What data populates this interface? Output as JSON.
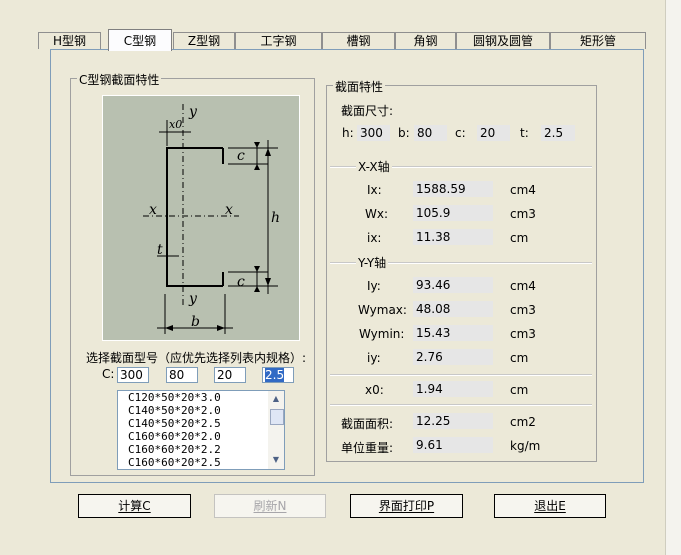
{
  "tabs": [
    {
      "label": "H型钢",
      "active": false
    },
    {
      "label": "C型钢",
      "active": true
    },
    {
      "label": "Z型钢",
      "active": false
    },
    {
      "label": "工字钢",
      "active": false
    },
    {
      "label": "槽钢",
      "active": false
    },
    {
      "label": "角钢",
      "active": false
    },
    {
      "label": "圆钢及圆管",
      "active": false
    },
    {
      "label": "矩形管",
      "active": false
    }
  ],
  "left_group": {
    "title": "C型钢截面特性"
  },
  "diagram": {
    "labels": {
      "y_top": "y",
      "x0": "x0",
      "c_top": "c",
      "x_left": "x",
      "x_right": "x",
      "h": "h",
      "t": "t",
      "c_bottom": "c",
      "y_bottom": "y",
      "b": "b"
    }
  },
  "select": {
    "prompt": "选择截面型号（应优先选择列表内规格）:",
    "c_label": "C:",
    "inputs": [
      "300",
      "80",
      "20",
      "2.5"
    ]
  },
  "list": {
    "items": [
      "C120*50*20*3.0",
      "C140*50*20*2.0",
      "C140*50*20*2.5",
      "C160*60*20*2.0",
      "C160*60*20*2.2",
      "C160*60*20*2.5"
    ]
  },
  "props": {
    "title": "截面特性",
    "size_title": "截面尺寸:",
    "h_label": "h:",
    "h": "300",
    "b_label": "b:",
    "b": "80",
    "c_label": "c:",
    "c": "20",
    "t_label": "t:",
    "t": "2.5",
    "xx_title": "X-X轴",
    "Ix_label": "Ix:",
    "Ix": "1588.59",
    "Ix_unit": "cm4",
    "Wx_label": "Wx:",
    "Wx": "105.9",
    "Wx_unit": "cm3",
    "ix_label": "ix:",
    "ix": "11.38",
    "ix_unit": "cm",
    "yy_title": "Y-Y轴",
    "Iy_label": "Iy:",
    "Iy": "93.46",
    "Iy_unit": "cm4",
    "Wymax_label": "Wymax:",
    "Wymax": "48.08",
    "Wymax_unit": "cm3",
    "Wymin_label": "Wymin:",
    "Wymin": "15.43",
    "Wymin_unit": "cm3",
    "iy_label": "iy:",
    "iy": "2.76",
    "iy_unit": "cm",
    "x0_label": "x0:",
    "x0": "1.94",
    "x0_unit": "cm",
    "area_label": "截面面积:",
    "area": "12.25",
    "area_unit": "cm2",
    "weight_label": "单位重量:",
    "weight": "9.61",
    "weight_unit": "kg/m"
  },
  "buttons": {
    "calc": "计算C",
    "refresh": "刷新N",
    "print": "界面打印P",
    "exit": "退出E"
  }
}
